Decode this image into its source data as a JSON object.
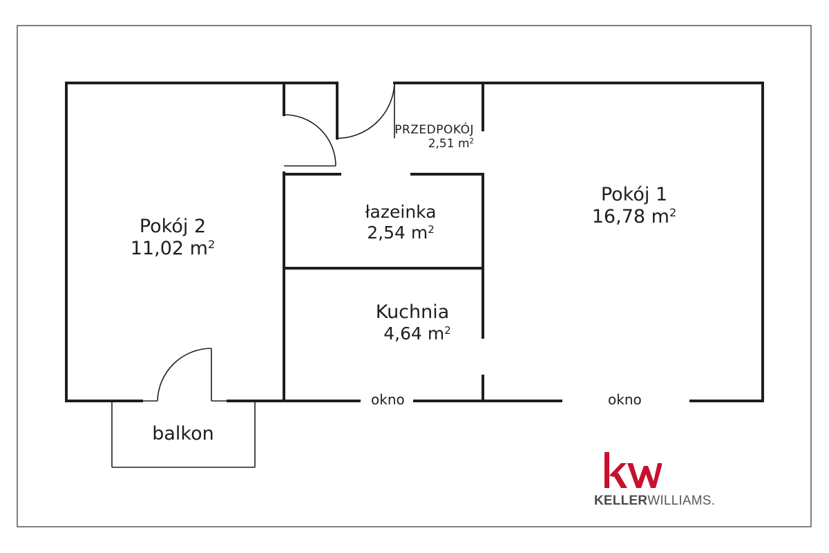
{
  "rooms": {
    "pokoj2": {
      "name": "Pokój 2",
      "area": "11,02 m",
      "unit_sup": "2"
    },
    "przedpokoj": {
      "name": "PRZEDPOKÓJ",
      "area": "2,51 m",
      "unit_sup": "2"
    },
    "lazienka": {
      "name": "łazeinka",
      "area": "2,54 m",
      "unit_sup": "2"
    },
    "kuchnia": {
      "name": "Kuchnia",
      "area": "4,64 m",
      "unit_sup": "2"
    },
    "pokoj1": {
      "name": "Pokój 1",
      "area": "16,78 m",
      "unit_sup": "2"
    },
    "balkon": {
      "name": "balkon"
    }
  },
  "windows": {
    "left": "okno",
    "right": "okno"
  },
  "logo": {
    "mark": "kw",
    "brand_bold": "KELLER",
    "brand_rest": "WILLIAMS",
    "registered": "."
  },
  "colors": {
    "wall": "#1e1e1e",
    "brand_red": "#c8102e",
    "frame": "#555555"
  }
}
